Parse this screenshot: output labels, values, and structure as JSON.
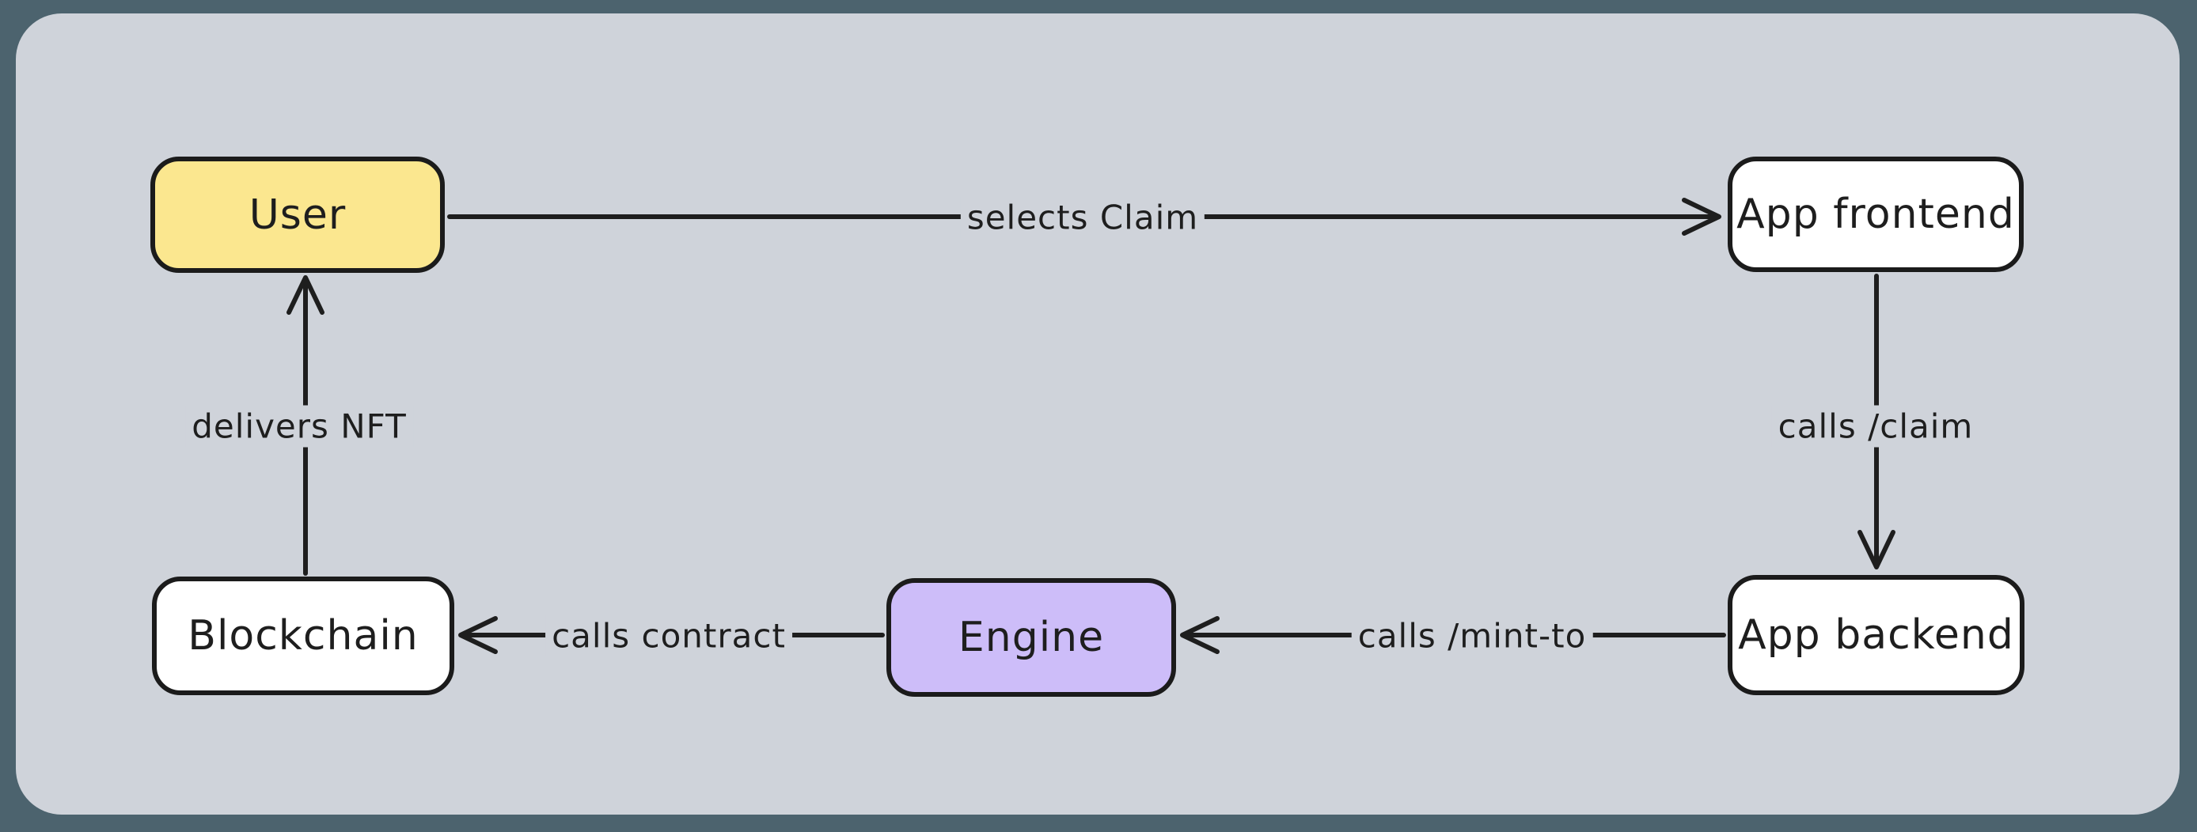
{
  "colors": {
    "outer_background": "#4c636e",
    "canvas_background": "#cfd3da",
    "stroke": "#1e1e1e",
    "node_fill_yellow": "#fbe78f",
    "node_fill_purple": "#cdbdf9",
    "node_fill_white": "#ffffff"
  },
  "diagram": {
    "type": "flowchart",
    "nodes": [
      {
        "id": "user",
        "label": "User",
        "fill": "#fbe78f"
      },
      {
        "id": "app-frontend",
        "label": "App frontend",
        "fill": "#ffffff"
      },
      {
        "id": "app-backend",
        "label": "App backend",
        "fill": "#ffffff"
      },
      {
        "id": "engine",
        "label": "Engine",
        "fill": "#cdbdf9"
      },
      {
        "id": "blockchain",
        "label": "Blockchain",
        "fill": "#ffffff"
      }
    ],
    "edges": [
      {
        "from": "user",
        "to": "app-frontend",
        "label": "selects Claim",
        "direction": "right"
      },
      {
        "from": "app-frontend",
        "to": "app-backend",
        "label": "calls /claim",
        "direction": "down"
      },
      {
        "from": "app-backend",
        "to": "engine",
        "label": "calls /mint-to",
        "direction": "left"
      },
      {
        "from": "engine",
        "to": "blockchain",
        "label": "calls contract",
        "direction": "left"
      },
      {
        "from": "blockchain",
        "to": "user",
        "label": "delivers NFT",
        "direction": "up"
      }
    ]
  }
}
